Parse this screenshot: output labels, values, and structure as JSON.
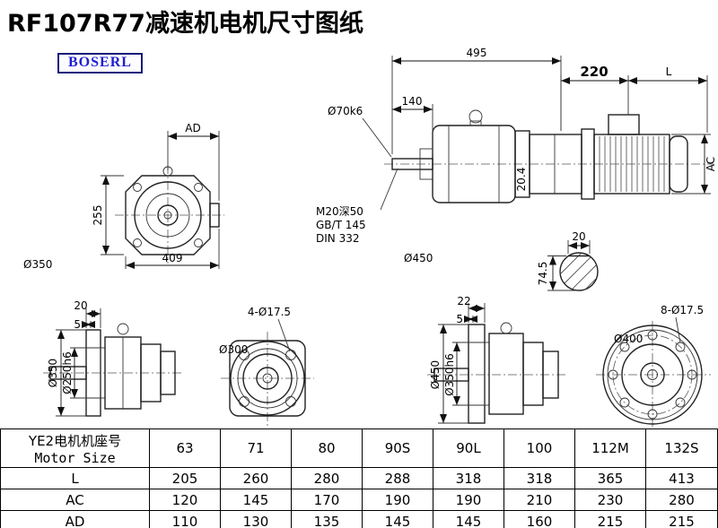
{
  "page": {
    "title": "RF107R77减速机电机尺寸图纸",
    "logo": "BOSERL"
  },
  "front_view": {
    "dim_ad": "AD",
    "dim_255": "255",
    "dim_409": "409",
    "label_d350": "Ø350"
  },
  "side_view": {
    "dim_495": "495",
    "dim_140": "140",
    "label_shaft": "Ø70k6",
    "dim_220": "220",
    "dim_L": "L",
    "dim_AC": "AC",
    "dim_204": "20.4",
    "tap_line1": "M20深50",
    "tap_line2": "GB/T 145",
    "tap_line3": "DIN 332",
    "label_d450": "Ø450"
  },
  "shaft_section": {
    "dim_20": "20",
    "dim_745": "74.5"
  },
  "flange_small_side": {
    "dim_20": "20",
    "dim_5": "5",
    "label_d350": "Ø350",
    "label_d250": "Ø250h6"
  },
  "flange_small_front": {
    "label_holes": "4-Ø17.5",
    "label_d300": "Ø300"
  },
  "flange_large_side": {
    "dim_22": "22",
    "dim_5": "5",
    "label_d450": "Ø450",
    "label_d350": "Ø350h6"
  },
  "flange_large_front": {
    "label_d400": "Ø400",
    "label_holes": "8-Ø17.5"
  },
  "table": {
    "header": {
      "line1": "YE2电机机座号",
      "line2": "Motor Size"
    },
    "sizes": [
      "63",
      "71",
      "80",
      "90S",
      "90L",
      "100",
      "112M",
      "132S"
    ],
    "rows": [
      {
        "label": "L",
        "values": [
          "205",
          "260",
          "280",
          "288",
          "318",
          "318",
          "365",
          "413"
        ]
      },
      {
        "label": "AC",
        "values": [
          "120",
          "145",
          "170",
          "190",
          "190",
          "210",
          "230",
          "280"
        ]
      },
      {
        "label": "AD",
        "values": [
          "110",
          "130",
          "135",
          "145",
          "145",
          "160",
          "215",
          "215"
        ]
      }
    ]
  }
}
